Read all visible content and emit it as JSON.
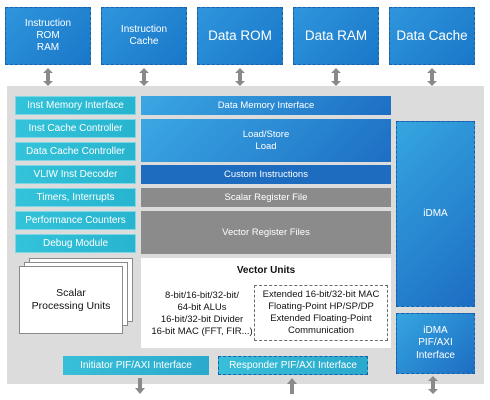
{
  "top_memories": [
    {
      "label": "Instruction\nROM\nRAM",
      "size": "small"
    },
    {
      "label": "Instruction\nCache",
      "size": "small"
    },
    {
      "label": "Data ROM",
      "size": "big"
    },
    {
      "label": "Data RAM",
      "size": "big"
    },
    {
      "label": "Data Cache",
      "size": "big"
    }
  ],
  "left_column": [
    "Inst Memory Interface",
    "Inst Cache Controller",
    "Data Cache Controller",
    "VLIW Inst Decoder",
    "Timers, Interrupts",
    "Performance Counters",
    "Debug Module"
  ],
  "scalar_processing": "Scalar\nProcessing Units",
  "data_memory_interface": "Data Memory Interface",
  "load_store": "Load/Store\nLoad",
  "custom_instructions": "Custom Instructions",
  "scalar_register_file": "Scalar Register File",
  "vector_register_files": "Vector Register Files",
  "vector_units": {
    "title": "Vector Units",
    "left_text": "8-bit/16-bit/32-bit/\n64-bit ALUs\n16-bit/32-bit Divider\n16-bit MAC (FFT, FIR...)",
    "right_text": "Extended 16-bit/32-bit MAC\nFloating-Point HP/SP/DP\nExtended Floating-Point\nCommunication"
  },
  "idma": "iDMA",
  "idma_pif": "iDMA\nPIF/AXI\nInterface",
  "initiator_pif": "Initiator PIF/AXI Interface",
  "responder_pif": "Responder PIF/AXI Interface",
  "colors": {
    "accent_blue": "#1e6cc0",
    "cyan": "#33c3da",
    "grey_block": "#8b8b8b",
    "core_background": "#dcdcdc",
    "arrow": "#8a8a8a"
  }
}
